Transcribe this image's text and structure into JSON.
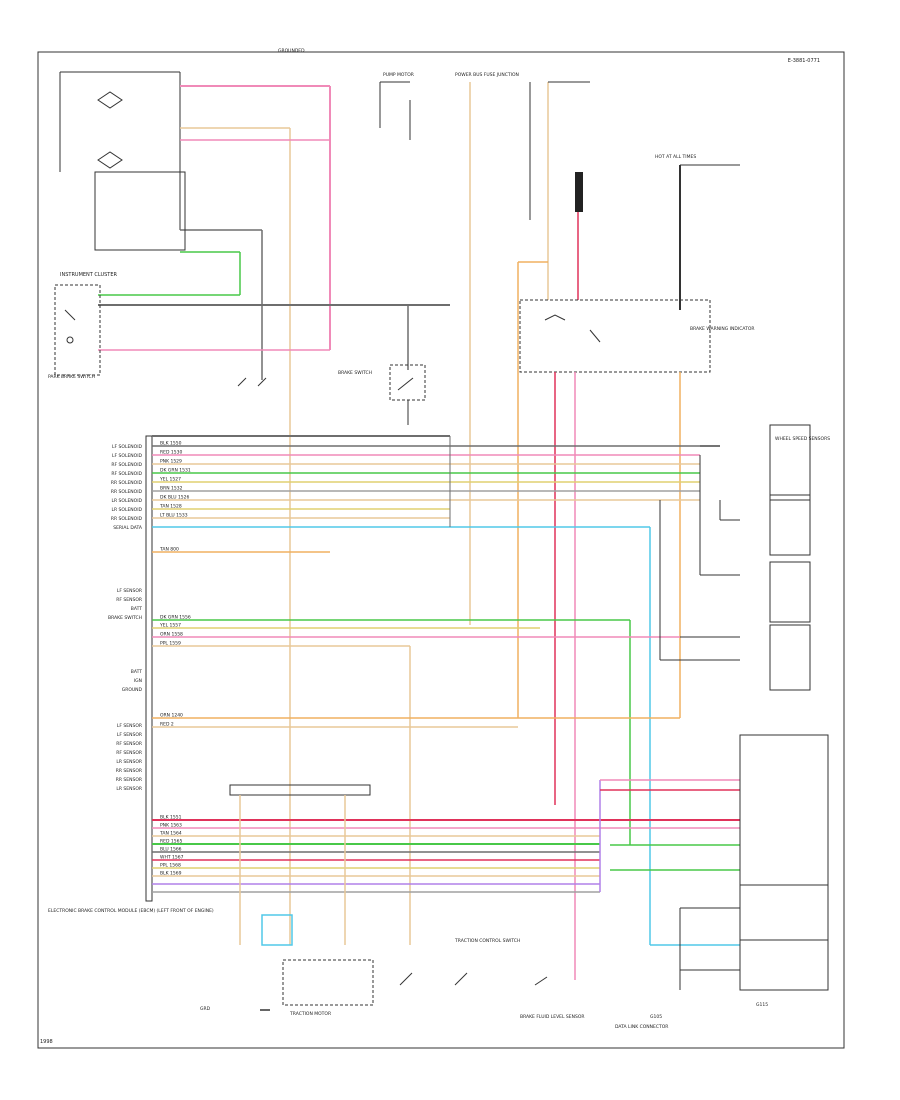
{
  "diagram_id": "E-3881-0771",
  "page_number": "1998",
  "sections": {
    "top": "GROUNDED",
    "cluster": "INSTRUMENT CLUSTER",
    "pump": "PUMP MOTOR",
    "junction": "POWER BUS FUSE JUNCTION",
    "brake_warning": "BRAKE WARNING INDICATOR",
    "fuse_block": "HOT AT ALL TIMES"
  },
  "labels": {
    "ebcm": "ELECTRONIC BRAKE CONTROL MODULE (EBCM) (LEFT FRONT OF ENGINE)",
    "sensors": "WHEEL SPEED SENSORS",
    "relay_grd": "GRD",
    "park_brake": "PARK BRAKE SWITCH",
    "brake_switch": "BRAKE SWITCH",
    "sensor_switch": "BRAKE FLUID LEVEL SENSOR",
    "data_link": "DATA LINK CONNECTOR",
    "traction": "TRACTION CONTROL SWITCH",
    "motor": "TRACTION MOTOR",
    "g105": "G105",
    "g115": "G115"
  },
  "pin_labels": [
    "LF SOLENOID",
    "LF SOLENOID",
    "RF SOLENOID",
    "RF SOLENOID",
    "RR SOLENOID",
    "RR SOLENOID",
    "LR SOLENOID",
    "LR SOLENOID",
    "RR SOLENOID",
    "SERIAL DATA",
    "",
    "",
    "",
    "",
    "",
    "",
    "LF SENSOR",
    "RF SENSOR",
    "BATT",
    "BRAKE SWITCH",
    "",
    "",
    "",
    "",
    "",
    "BATT",
    "IGN",
    "GROUND",
    "",
    "",
    "",
    "LF SENSOR",
    "LF SENSOR",
    "RF SENSOR",
    "RF SENSOR",
    "LR SENSOR",
    "RR SENSOR",
    "RR SENSOR",
    "LR SENSOR"
  ],
  "wire_labels": [
    "BLK 1550",
    "RED 1530",
    "PNK 1529",
    "DK GRN 1531",
    "YEL 1527",
    "BRN 1532",
    "DK BLU 1526",
    "TAN 1528",
    "LT BLU 1533",
    "TAN 800",
    "DK GRN 1556",
    "YEL 1557",
    "ORN 1558",
    "PPL 1559",
    "ORN 1240",
    "RED 2",
    "BLK 1551",
    "PNK 1563",
    "TAN 1564",
    "RED 1565",
    "BLU 1566",
    "WHT 1567",
    "PPL 1568",
    "BLK 1569"
  ],
  "colors": {
    "black": "#6e6e6e",
    "pink": "#f08ab8",
    "red": "#e0325a",
    "green": "#48c848",
    "yellow": "#e0d070",
    "tan": "#e8c898",
    "orange": "#f0b060",
    "lt_blue": "#50c8e8",
    "violet": "#b080e8",
    "gray": "#a0a0a0"
  }
}
